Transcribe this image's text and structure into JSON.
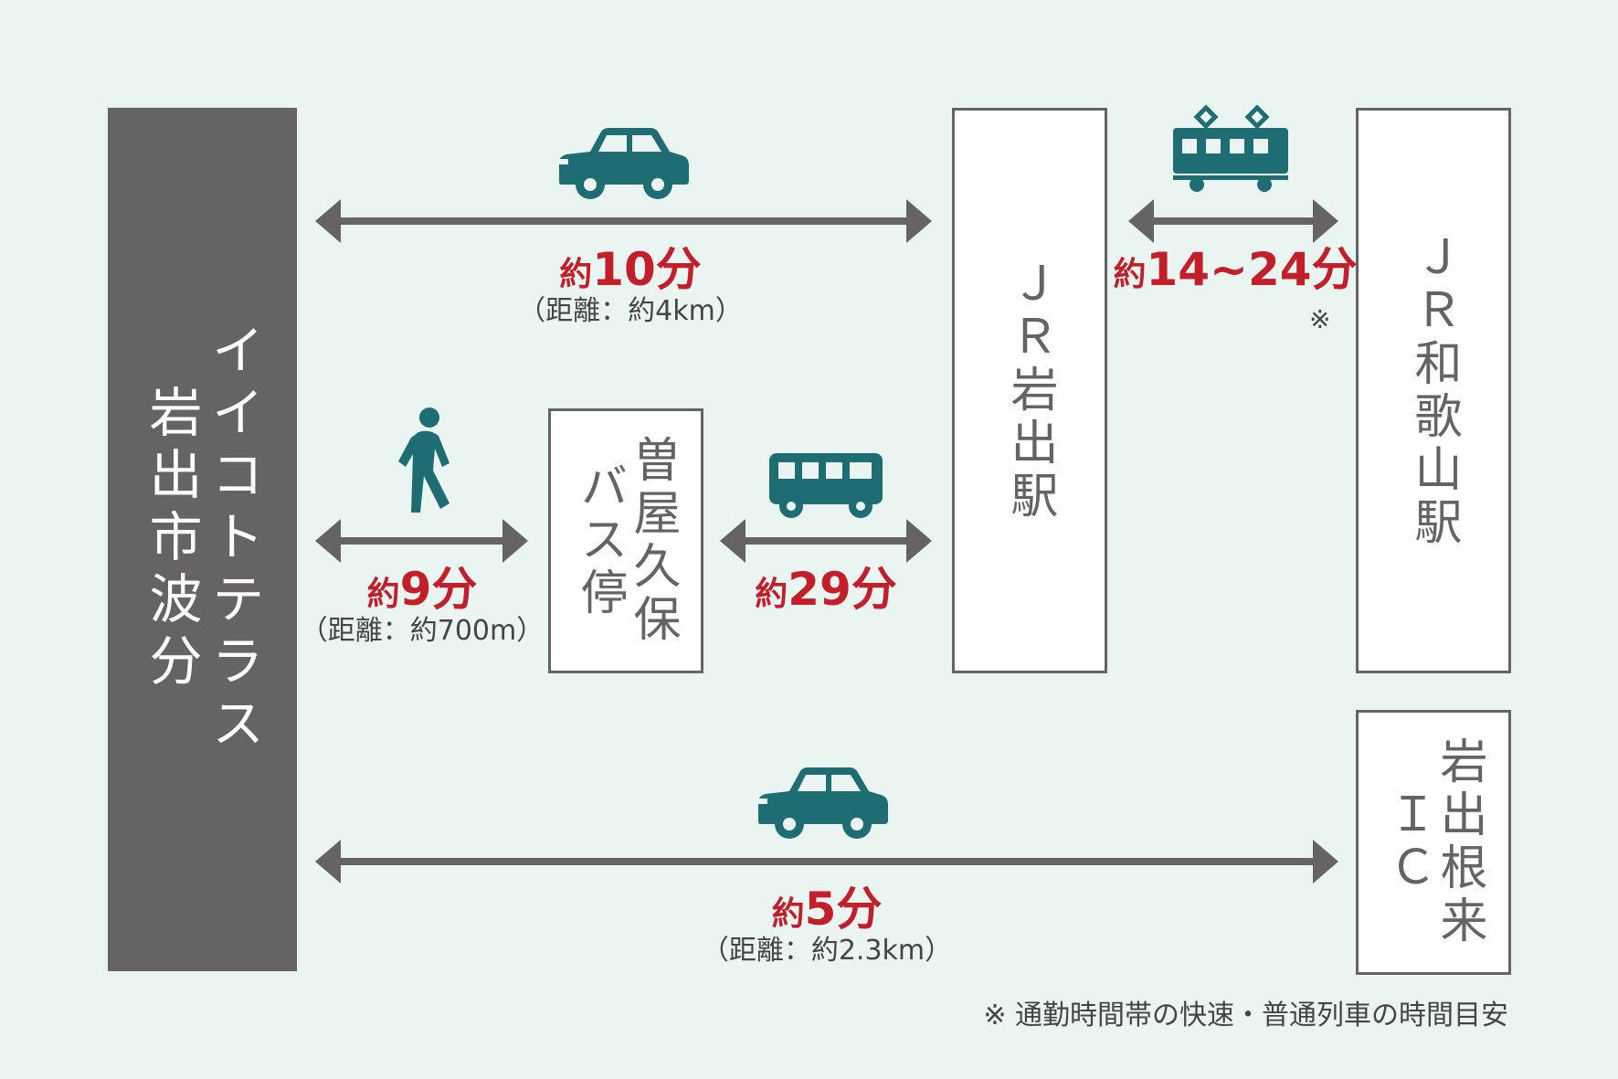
{
  "colors": {
    "teal": "#1e6d72",
    "gray": "#656363",
    "red": "#c21f2a",
    "background": "#eaf4f1"
  },
  "origin": {
    "line1": "イイコトテラス",
    "line2": "岩出市波分"
  },
  "busstop": {
    "line1": "曽屋久保",
    "line2": "バス停"
  },
  "jr_iwade": "ＪＲ岩出駅",
  "jr_wakayama": "ＪＲ和歌山駅",
  "ic": {
    "line1": "岩出根来",
    "line2": "ＩＣ"
  },
  "routes": {
    "car_to_iwade": {
      "icon": "car-icon",
      "prefix": "約",
      "time": "10分",
      "distance": "（距離：約4km）"
    },
    "walk_to_busstop": {
      "icon": "walking-person-icon",
      "prefix": "約",
      "time": "9分",
      "distance": "（距離：約700m）"
    },
    "bus_to_iwade": {
      "icon": "bus-icon",
      "prefix": "約",
      "time": "29分"
    },
    "train_to_wakayama": {
      "icon": "train-icon",
      "prefix": "約",
      "time": "14~24分",
      "mark": "※"
    },
    "car_to_ic": {
      "icon": "car-icon",
      "prefix": "約",
      "time": "5分",
      "distance": "（距離：約2.3km）"
    }
  },
  "footnote": "※ 通勤時間帯の快速・普通列車の時間目安"
}
